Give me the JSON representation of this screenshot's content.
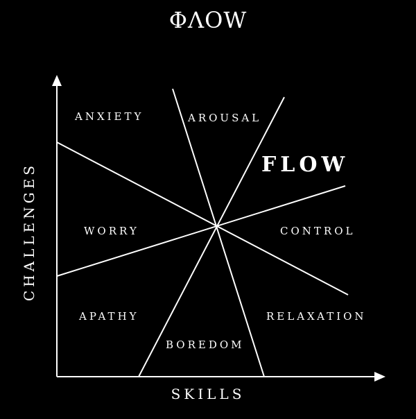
{
  "title": "ΦΛOW",
  "axes": {
    "x_label": "SKILLS",
    "y_label": "CHALLENGES"
  },
  "regions": {
    "anxiety": "ANXIETY",
    "arousal": "AROUSAL",
    "flow": "FLOW",
    "worry": "WORRY",
    "control": "CONTROL",
    "apathy": "APATHY",
    "relaxation": "RELAXATION",
    "boredom": "BOREDOM"
  }
}
